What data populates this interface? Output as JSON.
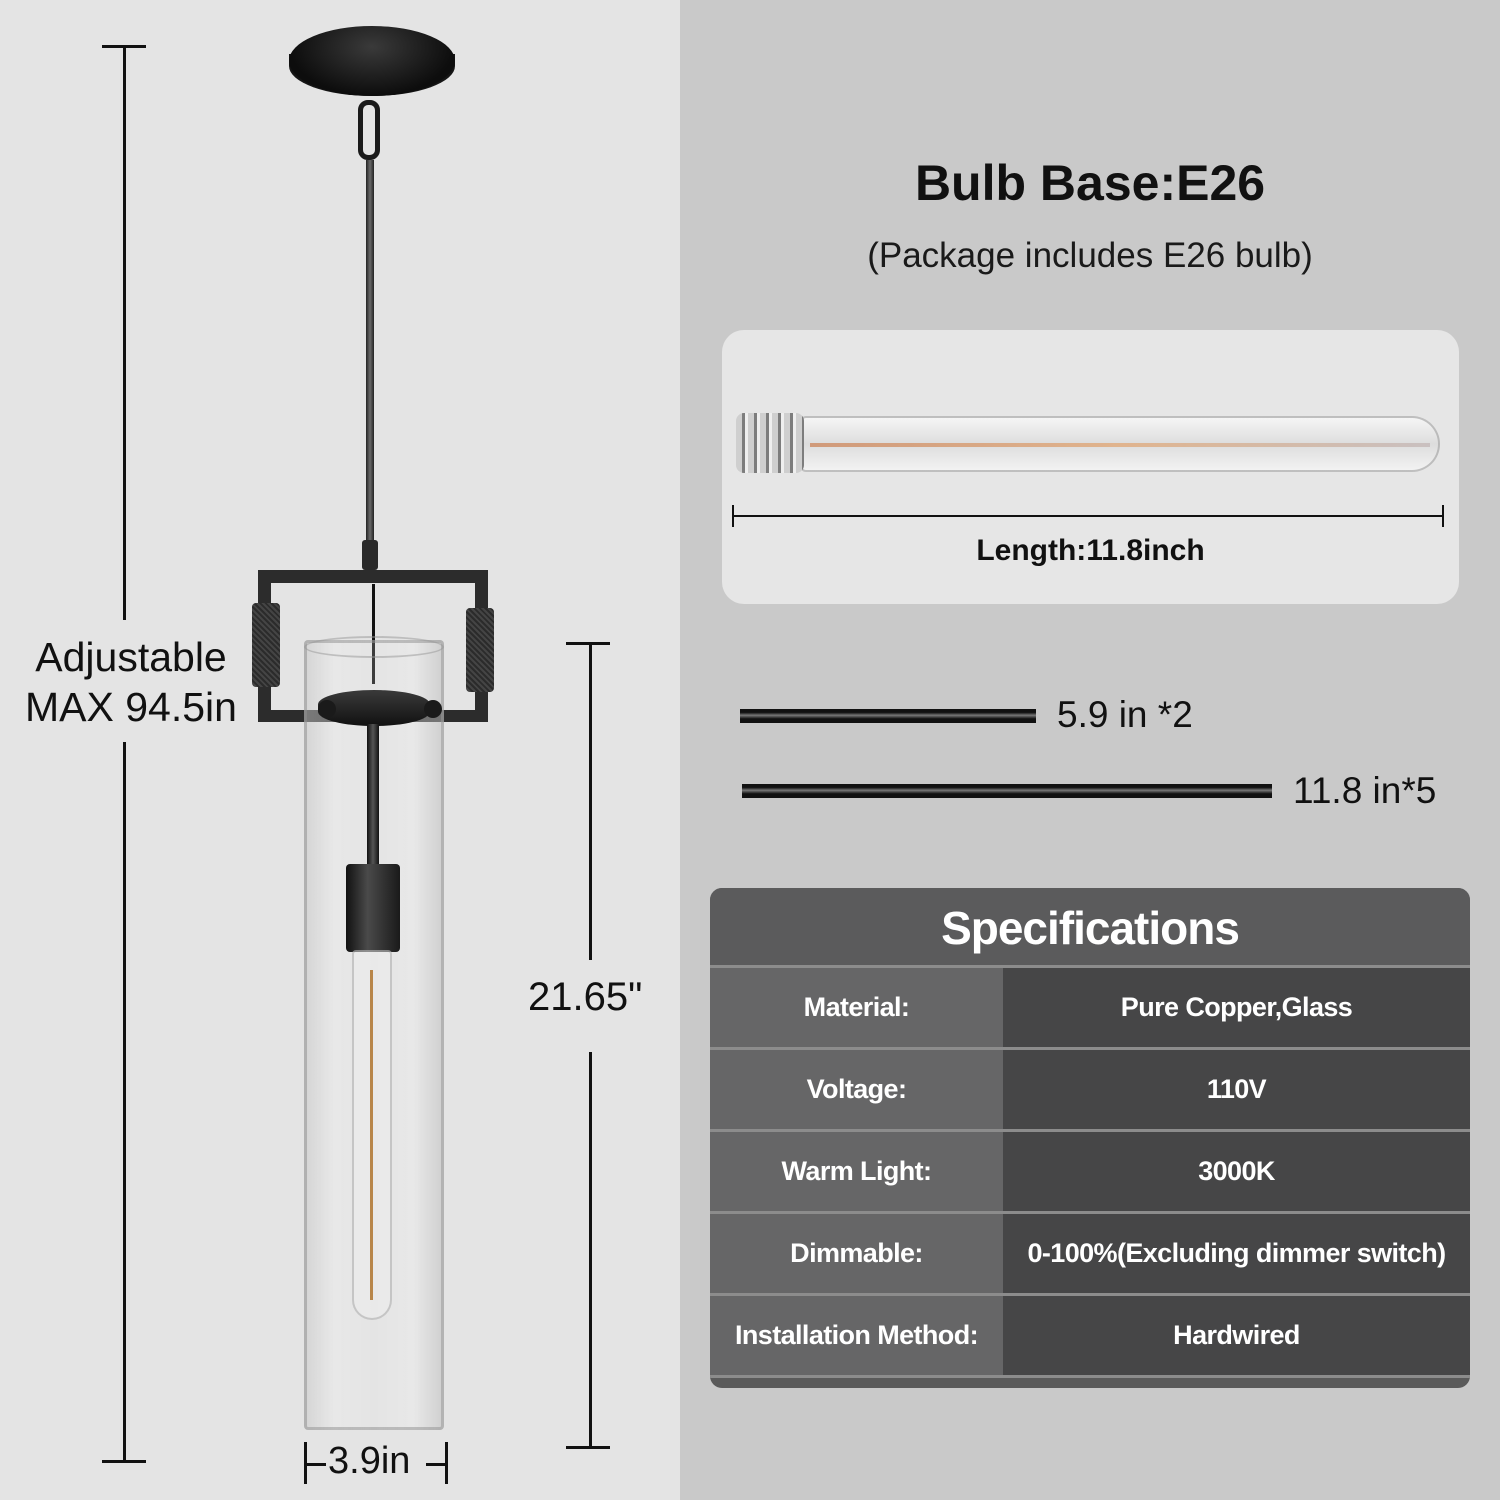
{
  "colors": {
    "left_bg": "#e4e4e4",
    "right_bg": "#c9c9c9",
    "card_bg": "#e6e6e6",
    "spec_header_bg": "#5b5b5c",
    "spec_key_bg": "#666667",
    "spec_value_bg": "#464647",
    "text_dark": "#111111",
    "text_light": "#ffffff"
  },
  "fixture_dimensions": {
    "adjustable_line1": "Adjustable",
    "adjustable_line2": "MAX 94.5in",
    "height": "21.65\"",
    "width": "3.9in"
  },
  "bulb": {
    "title": "Bulb Base:E26",
    "subtitle": "(Package includes E26 bulb)",
    "length_label": "Length:11.8inch"
  },
  "rods": [
    {
      "label": "5.9 in *2"
    },
    {
      "label": "11.8 in*5"
    }
  ],
  "specifications": {
    "title": "Specifications",
    "rows": [
      {
        "key": "Material:",
        "value": "Pure Copper,Glass"
      },
      {
        "key": "Voltage:",
        "value": "110V"
      },
      {
        "key": "Warm Light:",
        "value": "3000K"
      },
      {
        "key": "Dimmable:",
        "value": "0-100%(Excluding dimmer switch)"
      },
      {
        "key": "Installation Method:",
        "value": "Hardwired"
      }
    ]
  }
}
